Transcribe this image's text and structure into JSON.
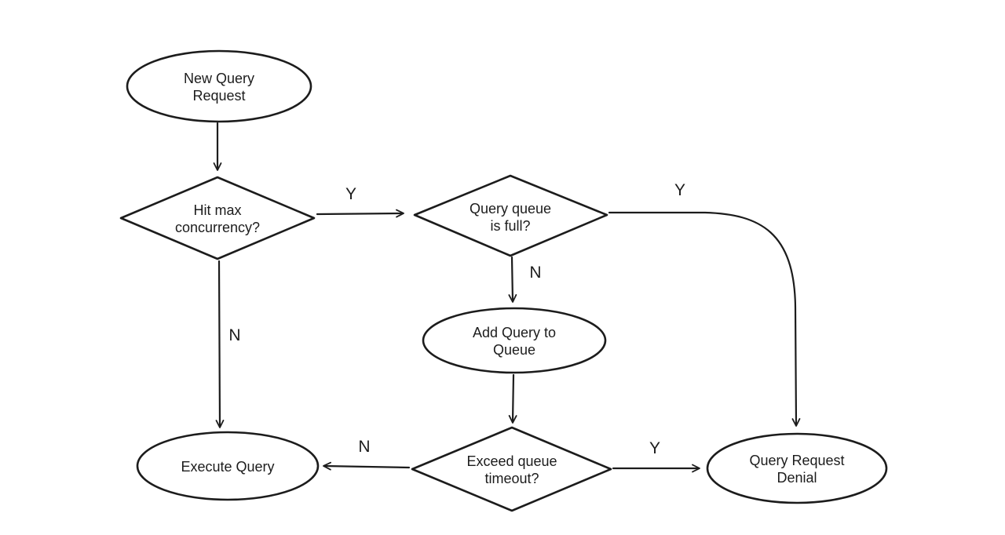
{
  "diagram": {
    "type": "flowchart",
    "background_color": "#ffffff",
    "stroke_color": "#1c1c1c",
    "nodes": {
      "new_query_request": {
        "shape": "ellipse",
        "line1": "New Query",
        "line2": "Request"
      },
      "hit_max_concurrency": {
        "shape": "diamond",
        "line1": "Hit max",
        "line2": "concurrency?"
      },
      "query_queue_full": {
        "shape": "diamond",
        "line1": "Query queue",
        "line2": "is full?"
      },
      "add_query_to_queue": {
        "shape": "ellipse",
        "line1": "Add Query to",
        "line2": "Queue"
      },
      "exceed_queue_timeout": {
        "shape": "diamond",
        "line1": "Exceed queue",
        "line2": "timeout?"
      },
      "execute_query": {
        "shape": "ellipse",
        "line1": "Execute Query"
      },
      "query_request_denial": {
        "shape": "ellipse",
        "line1": "Query Request",
        "line2": "Denial"
      }
    },
    "edges": {
      "start_to_hit_max": {
        "from": "new_query_request",
        "to": "hit_max_concurrency",
        "label": ""
      },
      "hit_max_yes": {
        "from": "hit_max_concurrency",
        "to": "query_queue_full",
        "label": "Y"
      },
      "hit_max_no": {
        "from": "hit_max_concurrency",
        "to": "execute_query",
        "label": "N"
      },
      "queue_full_yes": {
        "from": "query_queue_full",
        "to": "query_request_denial",
        "label": "Y"
      },
      "queue_full_no": {
        "from": "query_queue_full",
        "to": "add_query_to_queue",
        "label": "N"
      },
      "queue_to_timeout": {
        "from": "add_query_to_queue",
        "to": "exceed_queue_timeout",
        "label": ""
      },
      "timeout_no": {
        "from": "exceed_queue_timeout",
        "to": "execute_query",
        "label": "N"
      },
      "timeout_yes": {
        "from": "exceed_queue_timeout",
        "to": "query_request_denial",
        "label": "Y"
      }
    }
  }
}
